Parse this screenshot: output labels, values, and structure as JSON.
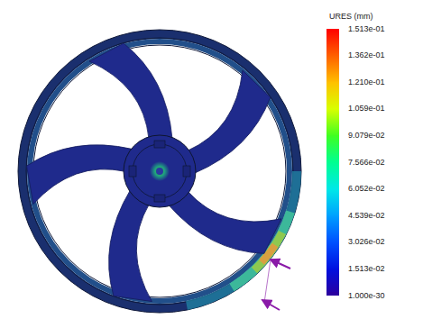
{
  "diagram": {
    "labels": [
      "URES (mm)"
    ],
    "legend": [
      {
        "text": "1.513e-01",
        "color": "#ff0000"
      },
      {
        "text": "1.362e-01",
        "color": "#ff6000"
      },
      {
        "text": "1.210e-01",
        "color": "#ffc000"
      },
      {
        "text": "1.059e-01",
        "color": "#d8ff00"
      },
      {
        "text": "9.079e-02",
        "color": "#40ff20"
      },
      {
        "text": "7.566e-02",
        "color": "#00ff90"
      },
      {
        "text": "6.052e-02",
        "color": "#00e8e8"
      },
      {
        "text": "4.539e-02",
        "color": "#00a0ff"
      },
      {
        "text": "3.026e-02",
        "color": "#0050ff"
      },
      {
        "text": "1.513e-02",
        "color": "#0010e0"
      },
      {
        "text": "1.000e-30",
        "color": "#2a00a0"
      }
    ]
  }
}
